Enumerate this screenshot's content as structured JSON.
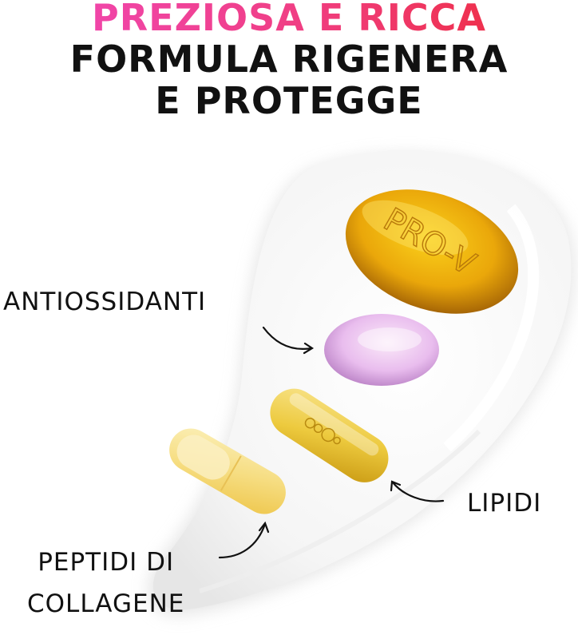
{
  "headline": {
    "line1": "PREZIOSA E RICCA",
    "line2": "FORMULA RIGENERA",
    "line3": "E PROTEGGE",
    "line1_gradient": [
      "#f148b8",
      "#f03f86",
      "#ee2a34"
    ],
    "text_color": "#111111"
  },
  "capsules": [
    {
      "name": "pro-v-softgel",
      "engraving": "PRO-V",
      "color": "#e8a40c"
    },
    {
      "name": "antioxidant-pearl",
      "color": "#e7b4ec"
    },
    {
      "name": "lipid-softgel",
      "color": "#f2cf4a"
    },
    {
      "name": "collagen-capsule",
      "color": "#f5d978"
    }
  ],
  "labels": {
    "antioxidants": "ANTIOSSIDANTI",
    "lipids": "LIPIDI",
    "peptides_line1": "PEPTIDI DI",
    "peptides_line2": "COLLAGENE"
  }
}
